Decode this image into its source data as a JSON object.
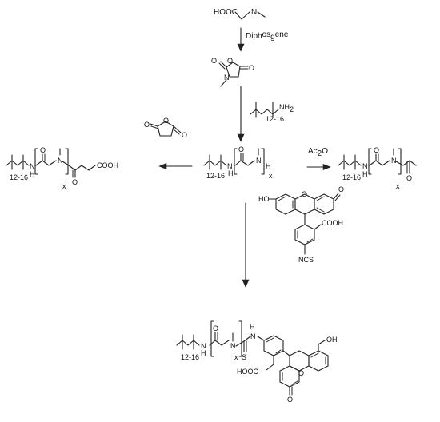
{
  "sarcosine": {
    "acid_label": "HOOC",
    "n_label": "N"
  },
  "reagent_step1": {
    "prefix": "Diph",
    "os": "os",
    "g": "g",
    "ene": "ene"
  },
  "nca": {
    "o_ring": "O",
    "o_carbonyl_top": "O",
    "o_carbonyl_right": "O",
    "n_label": "N"
  },
  "amine_initiator": {
    "nh": "NH",
    "nh_sub": "2",
    "range": "12-16"
  },
  "center_polymer": {
    "nh": "N",
    "h_below": "H",
    "o_label": "O",
    "n_label": "N",
    "h_end": "H",
    "range": "12-16",
    "repeat": "x"
  },
  "succinic_anhydride": {
    "o_ring": "O",
    "o_left": "O",
    "o_right": "O"
  },
  "left_product": {
    "n_label": "N",
    "h_label": "H",
    "o_label_1": "O",
    "n_label_2": "N",
    "o_label_2": "O",
    "cooh": "COOH",
    "range": "12-16",
    "repeat": "x"
  },
  "reagent_acetylation": {
    "ac": "Ac",
    "sub": "2",
    "o": "O"
  },
  "right_product": {
    "n_label": "N",
    "h_label": "H",
    "o_label_1": "O",
    "n_label_2": "N",
    "o_label_2": "O",
    "range": "12-16",
    "repeat": "x"
  },
  "fitc": {
    "ho": "HO",
    "o_ring": "O",
    "o_ketone": "O",
    "cooh": "COOH",
    "ncs": "NCS"
  },
  "bottom_product": {
    "n_label": "N",
    "h_label": "H",
    "o_label": "O",
    "n_label_2": "N",
    "s_label": "S",
    "nh_top": "H",
    "n_thio": "N",
    "oh": "OH",
    "o_ring": "O",
    "o_ketone": "O",
    "hooc": "HOOC",
    "range": "12-16",
    "repeat": "x"
  }
}
